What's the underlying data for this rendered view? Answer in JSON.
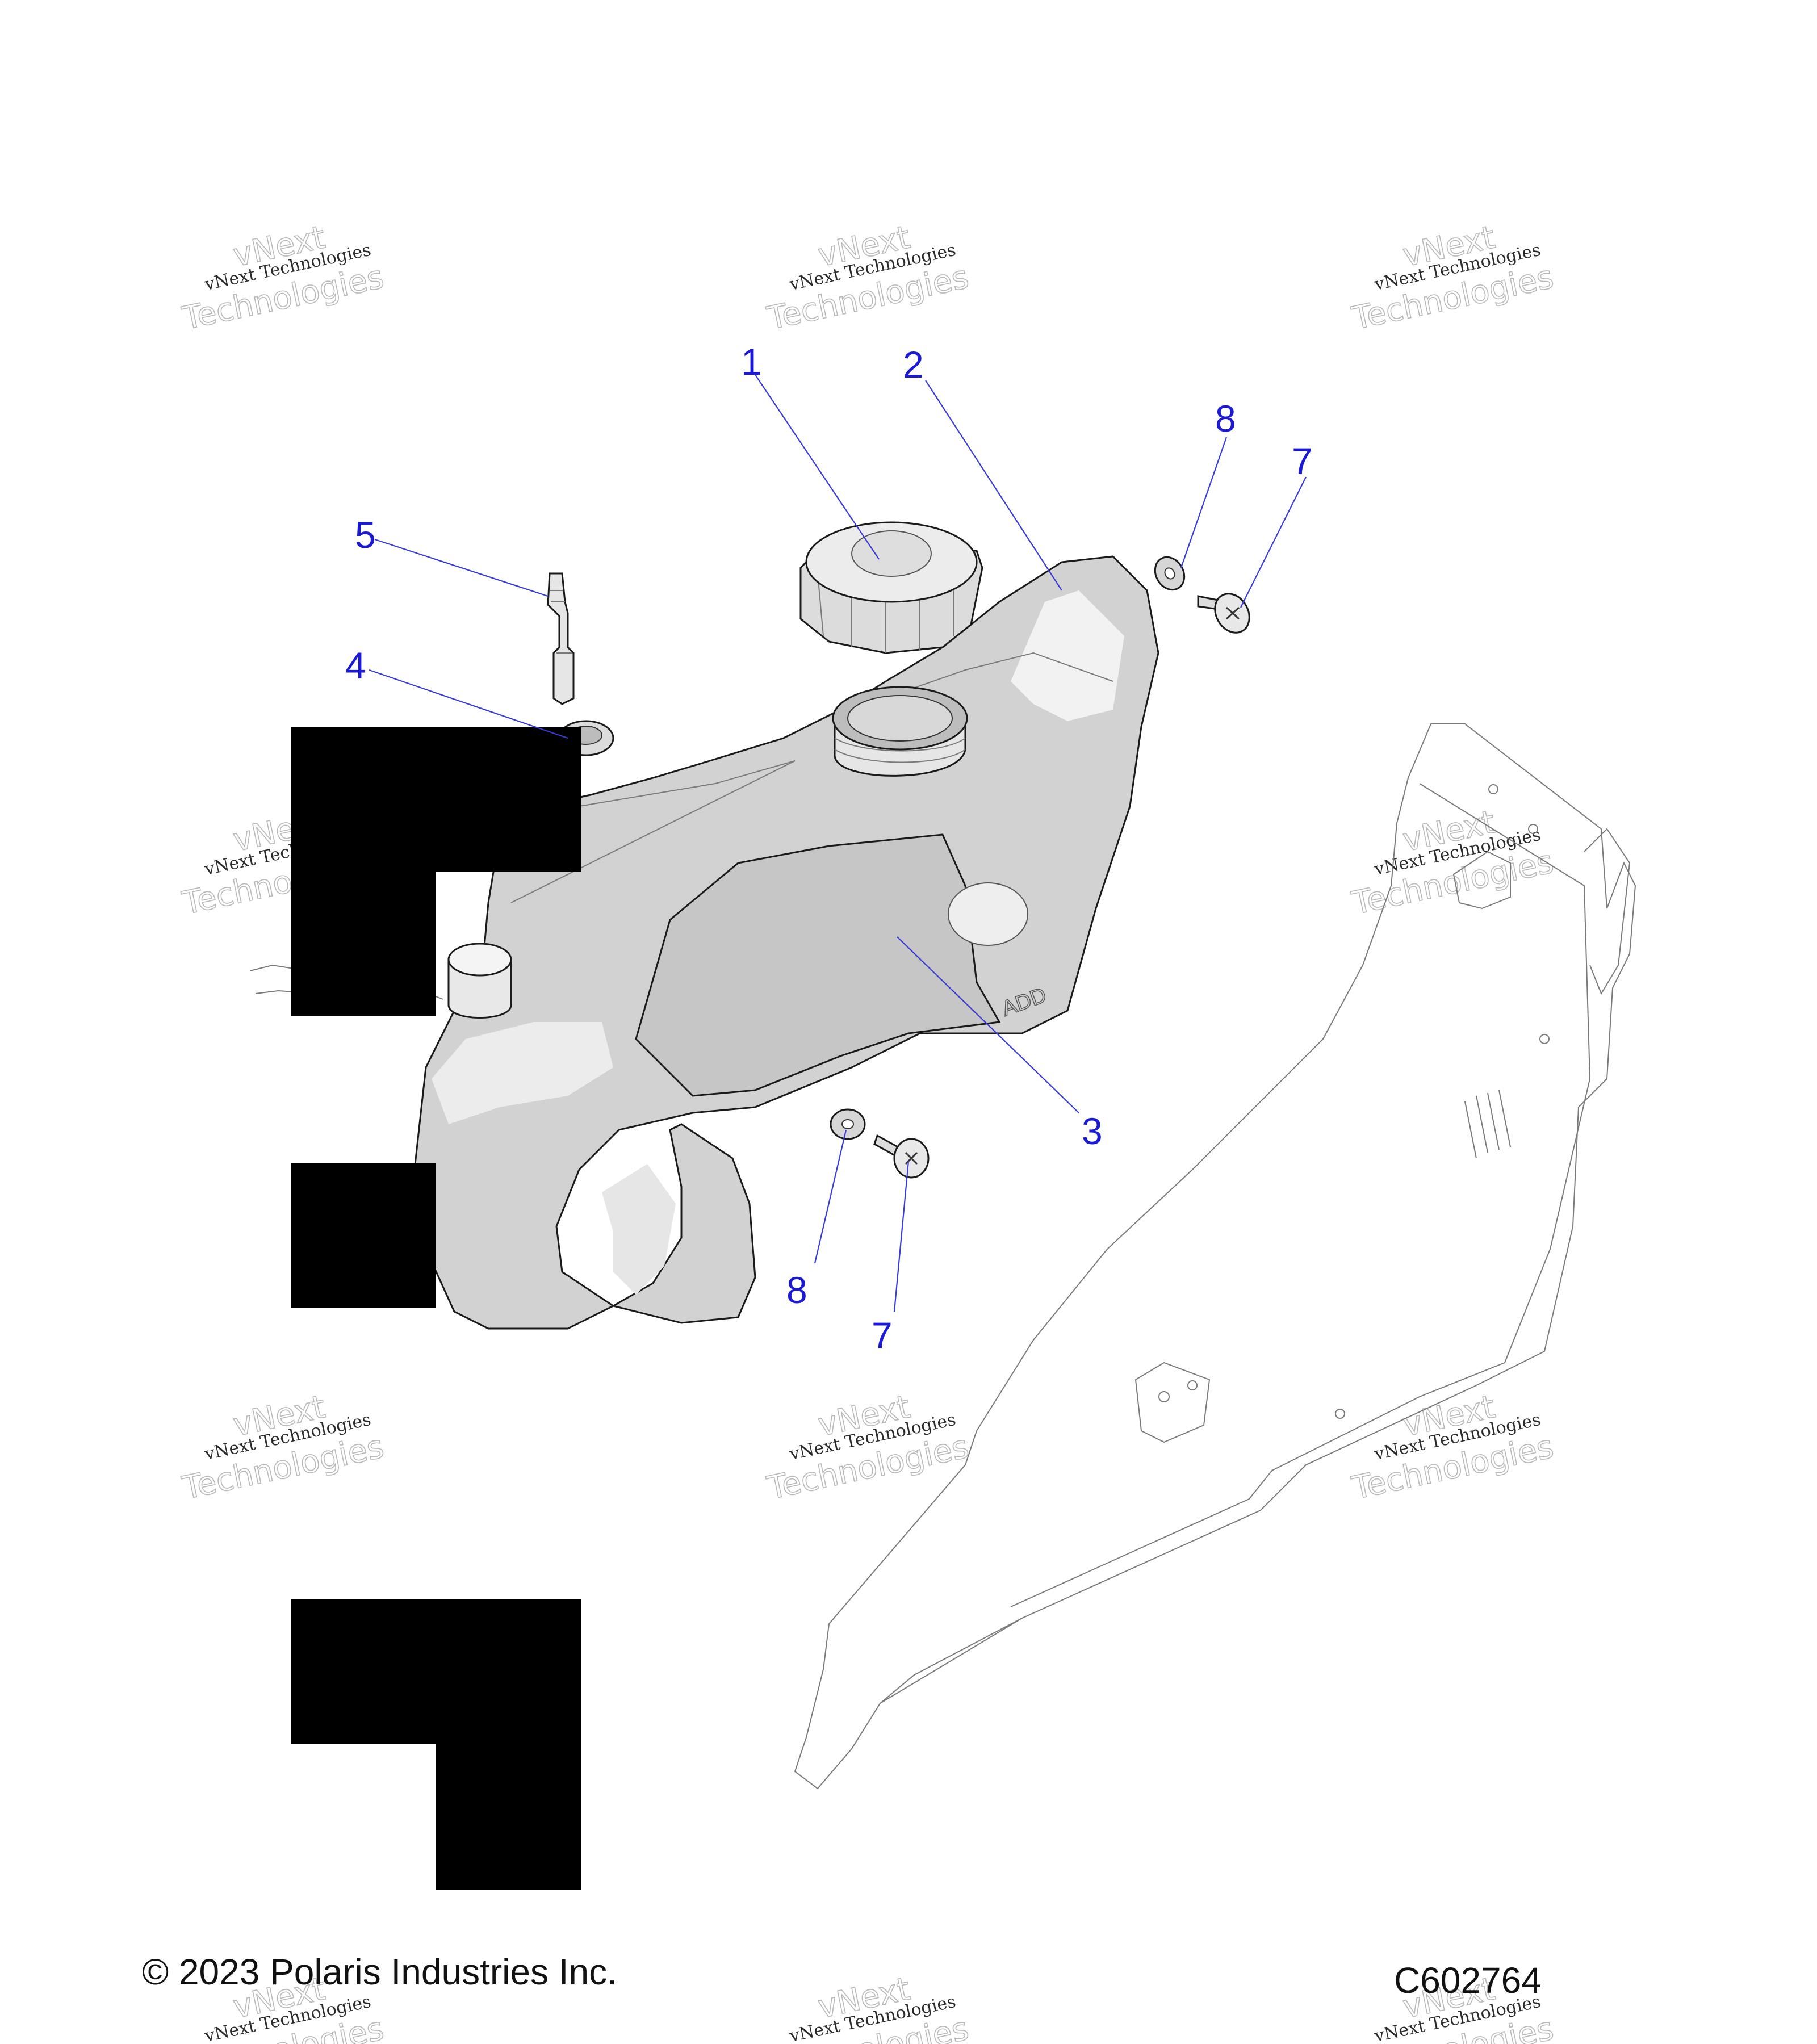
{
  "callouts": [
    "1",
    "2",
    "3",
    "4",
    "5",
    "7",
    "7",
    "8",
    "8"
  ],
  "watermark": {
    "line1": "vNext Technologies",
    "line2": "vNext",
    "line3": "Technologies"
  },
  "footer": {
    "copyright": "© 2023 Polaris Industries Inc.",
    "drawing_id": "C602764"
  },
  "colors": {
    "callout": "#1a1ad6",
    "part_fill": "#cfcfcf",
    "redaction": "#000000"
  }
}
